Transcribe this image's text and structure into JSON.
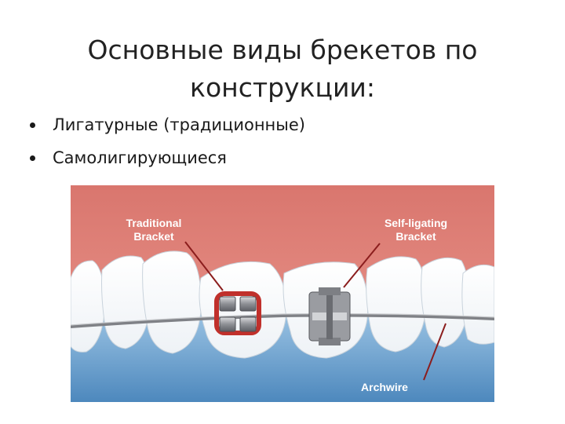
{
  "slide": {
    "title_line1": "Основные виды брекетов по",
    "title_line2": "конструкции:",
    "bullets": [
      "Лигатурные (традиционные)",
      "Самолигирующиеся"
    ]
  },
  "illustration": {
    "label_traditional_line1": "Traditional",
    "label_traditional_line2": "Bracket",
    "label_self_ligating_line1": "Self-ligating",
    "label_self_ligating_line2": "Bracket",
    "label_archwire": "Archwire",
    "colors": {
      "gum": "#e0877e",
      "gum_dark": "#c86a62",
      "lower_bg": "#6fa7d2",
      "tooth": "#ffffff",
      "wire": "#8d8f94",
      "pointer": "#8b1d1d",
      "ligature": "#c0302b"
    }
  }
}
